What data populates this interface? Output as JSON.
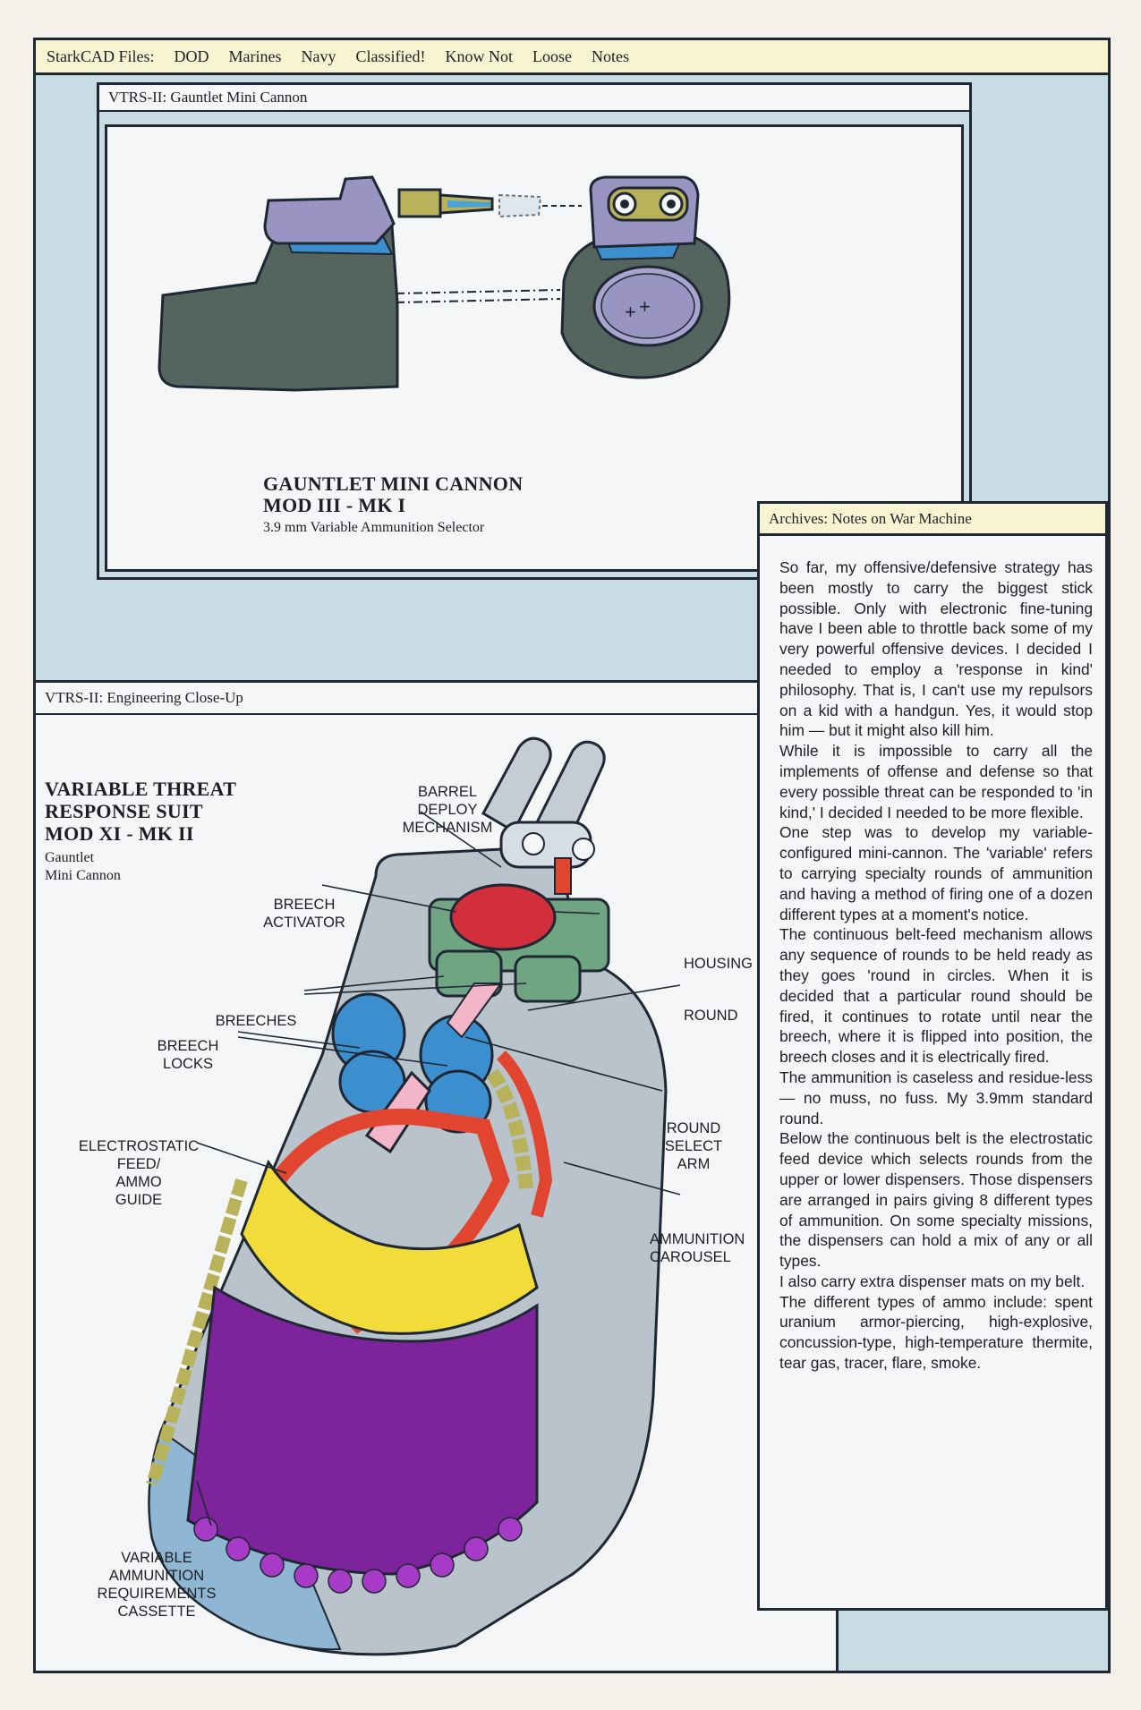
{
  "menubar": {
    "app_label": "StarkCAD Files:",
    "items": [
      "DOD",
      "Marines",
      "Navy",
      "Classified!",
      "Know Not",
      "Loose",
      "Notes"
    ]
  },
  "cannon_window": {
    "title": "VTRS-II: Gauntlet Mini Cannon",
    "caption_title_line1": "GAUNTLET MINI CANNON",
    "caption_title_line2": "MOD III - MK I",
    "caption_subtitle": "3.9 mm Variable Ammunition Selector"
  },
  "engineering_window": {
    "title": "VTRS-II: Engineering Close-Up",
    "caption_title_line1": "VARIABLE THREAT",
    "caption_title_line2": "RESPONSE SUIT",
    "caption_title_line3": "MOD XI - MK II",
    "caption_sub_line1": "Gauntlet",
    "caption_sub_line2": "Mini Cannon",
    "callouts": {
      "barrel": "BARREL\nDEPLOY\nMECHANISM",
      "breech_activator": "BREECH\nACTIVATOR",
      "breeches": "BREECHES",
      "breech_locks": "BREECH\nLOCKS",
      "electrostatic": "ELECTROSTATIC\nFEED/\nAMMO\nGUIDE",
      "cassette": "VARIABLE\nAMMUNITION\nREQUIREMENTS\nCASSETTE",
      "housing": "HOUSING",
      "round": "ROUND",
      "round_select": "ROUND\nSELECT\nARM",
      "carousel": "AMMUNITION\nCAROUSEL"
    }
  },
  "notes_window": {
    "title": "Archives: Notes on War Machine",
    "paragraphs": [
      "So far, my offensive/defensive strategy has been mostly to carry the biggest stick possible. Only with electronic fine-tuning have I been able to throttle back some of my very powerful offensive devices. I decided I needed to employ a 'response in kind' philosophy. That is, I can't use my repulsors on a kid with a handgun. Yes, it would stop him — but it might also kill him.",
      "While it is impossible to carry all the implements of offense and defense so that every possible threat can be responded to 'in kind,' I decided I needed to be more flexible.",
      "One step was to develop my variable-configured mini-cannon. The 'variable' refers to carrying specialty rounds of ammunition and having a method of firing one of a dozen different types at a moment's notice.",
      "The continuous belt-feed mechanism allows any sequence of rounds to be held ready as they goes 'round in circles. When it is decided that a particular round should be fired, it continues to rotate until near the breech, where it is flipped into position, the breech closes and it is electrically fired.",
      "The ammunition is caseless and residue-less — no muss, no fuss. My 3.9mm standard round.",
      "Below the continuous belt is the electrostatic feed device which selects rounds from the upper or lower dispensers. Those dispensers are arranged in pairs giving 8 different types of ammunition. On some specialty missions, the dispensers can hold a mix of any or all types.",
      "I also carry extra dispenser mats on my belt.",
      "The different types of ammo include: spent uranium armor-piercing, high-explosive, concussion-type, high-temperature thermite, tear gas, tracer, flare, smoke."
    ]
  },
  "colors": {
    "frame": "#1f2733",
    "desktop": "#c7dde3",
    "titlebar": "#f8f4d2",
    "canvas": "#f4f6f8",
    "housing_gray": "#b9c3cc",
    "gauntlet_gray": "#566460",
    "lavender": "#9a94c2",
    "barrel_olive": "#b8b25a",
    "breech_green": "#6fa583",
    "activator_red": "#d22e3c",
    "lock_blue": "#3c8fcf",
    "select_pink": "#f2b6c8",
    "carousel_red": "#e2452f",
    "feed_yellow": "#f2dc3a",
    "cassette_purple": "#7d239b"
  }
}
